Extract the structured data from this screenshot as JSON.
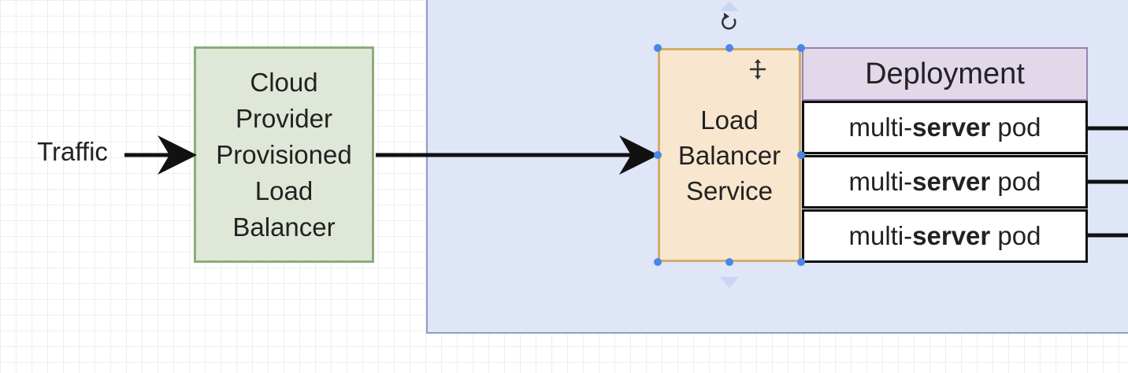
{
  "traffic": {
    "label": "Traffic"
  },
  "cloud_load_balancer": {
    "lines": [
      "Cloud",
      "Provider",
      "Provisioned",
      "Load",
      "Balancer"
    ]
  },
  "load_balancer_service": {
    "lines": [
      "Load",
      "Balancer",
      "Service"
    ]
  },
  "deployment": {
    "title": "Deployment",
    "pods": [
      {
        "prefix": "multi-",
        "bold": "server",
        "suffix": " pod"
      },
      {
        "prefix": "multi-",
        "bold": "server",
        "suffix": " pod"
      },
      {
        "prefix": "multi-",
        "bold": "server",
        "suffix": " pod"
      }
    ]
  },
  "colors": {
    "cluster_fill": "#dfe6f7",
    "cloud_lb_fill": "#dfe8d8",
    "service_fill": "#f8e6cf",
    "deployment_header_fill": "#e2d8ea",
    "selection_handle": "#4a86e8"
  },
  "icons": [
    "rotate-icon",
    "move-cursor-icon"
  ]
}
